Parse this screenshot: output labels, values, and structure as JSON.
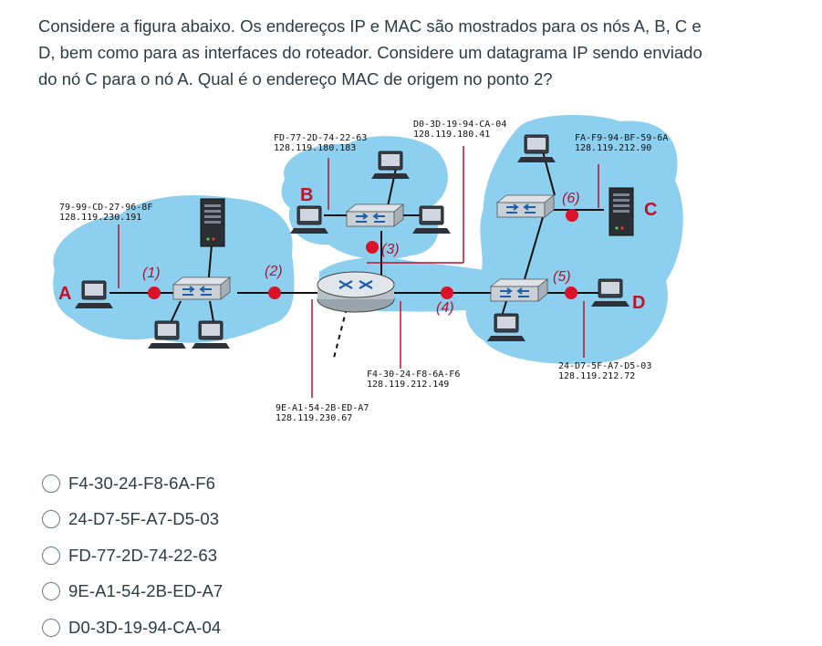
{
  "question": {
    "text": "Considere a figura abaixo. Os endereços IP e MAC são mostrados para os nós A, B, C e D, bem como para as interfaces do roteador. Considere um datagrama IP sendo enviado do nó C para o nó A. Qual é o endereço MAC de origem no ponto 2?"
  },
  "figure": {
    "nodes": {
      "a": "A",
      "b": "B",
      "c": "C",
      "d": "D"
    },
    "points": {
      "p1": "(1)",
      "p2": "(2)",
      "p3": "(3)",
      "p4": "(4)",
      "p5": "(5)",
      "p6": "(6)"
    },
    "addresses": {
      "a_mac": "79-99-CD-27-96-8F",
      "a_ip": "128.119.230.191",
      "b_mac": "FD-77-2D-74-22-63",
      "b_ip": "128.119.180.183",
      "r3_mac": "D0-3D-19-94-CA-04",
      "r3_ip": "128.119.180.41",
      "c_mac": "FA-F9-94-BF-59-6A",
      "c_ip": "128.119.212.90",
      "d_mac": "24-D7-5F-A7-D5-03",
      "d_ip": "128.119.212.72",
      "r4_mac": "F4-30-24-F8-6A-F6",
      "r4_ip": "128.119.212.149",
      "r2_mac": "9E-A1-54-2B-ED-A7",
      "r2_ip": "128.119.230.67"
    },
    "colors": {
      "cloud": "#8ccfee",
      "point": "#d9122a",
      "label": "#c0102a"
    }
  },
  "answers": [
    {
      "label": "F4-30-24-F8-6A-F6"
    },
    {
      "label": "24-D7-5F-A7-D5-03"
    },
    {
      "label": "FD-77-2D-74-22-63"
    },
    {
      "label": "9E-A1-54-2B-ED-A7"
    },
    {
      "label": "D0-3D-19-94-CA-04"
    }
  ]
}
